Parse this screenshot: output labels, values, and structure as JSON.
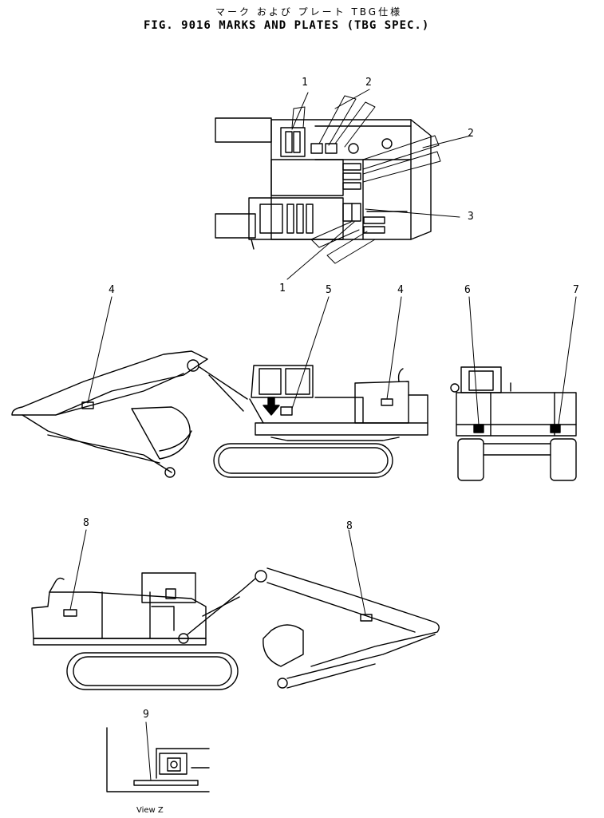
{
  "header": {
    "title_jp": "マーク および プレート  TBG仕様",
    "title_en": "FIG. 9016  MARKS AND PLATES (TBG SPEC.)"
  },
  "callouts": [
    "1",
    "2",
    "2",
    "3",
    "1",
    "4",
    "5",
    "4",
    "6",
    "7",
    "8",
    "8",
    "9"
  ],
  "view_caption": "View Z",
  "colors": {
    "line": "#000000",
    "background": "#ffffff"
  }
}
